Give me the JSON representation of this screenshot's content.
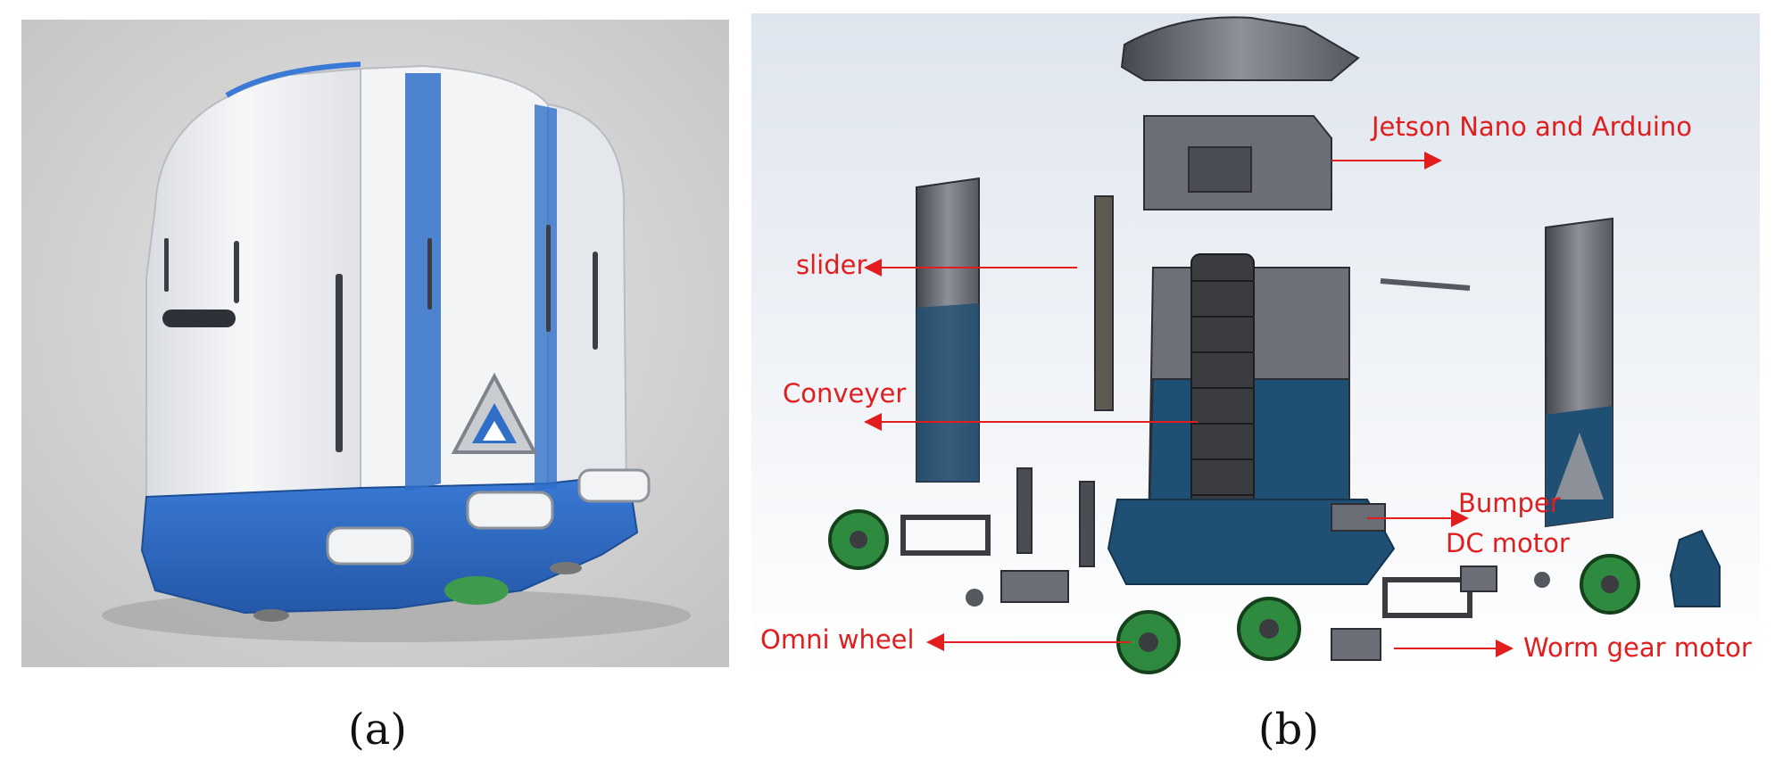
{
  "colors": {
    "label": "#e11d1d",
    "body_white": "#eef0f3",
    "body_blue": "#2f6fc8",
    "part_grey": "#5f636b",
    "part_teal": "#1f4f73",
    "wheel_green": "#2e8a3e",
    "background_a": "#cfcfcf",
    "background_b": "#e9eef4"
  },
  "panel_a": {
    "caption": "(a)"
  },
  "panel_b": {
    "caption": "(b)",
    "labels": {
      "jetson": "Jetson Nano and Arduino",
      "slider": "slider",
      "conveyer": "Conveyer",
      "bumper": "Bumper",
      "dc_motor": "DC motor",
      "omni_wheel": "Omni wheel",
      "worm_gear": "Worm gear motor"
    }
  }
}
